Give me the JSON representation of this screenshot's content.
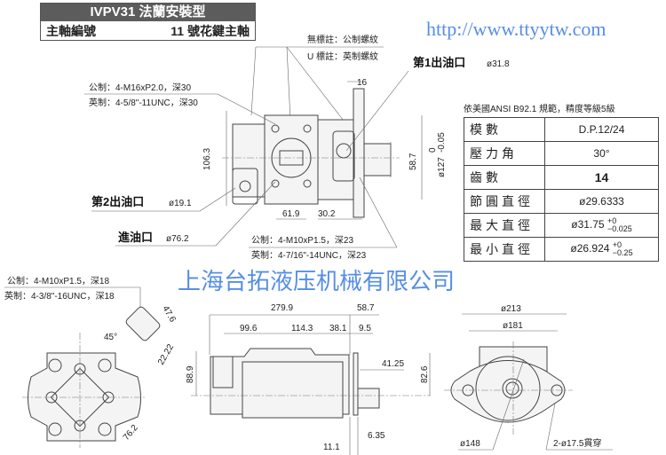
{
  "title": {
    "model": "IVPV31 法蘭安裝型",
    "shaft_label": "主軸編號",
    "shaft_value": "11 號花鍵主軸"
  },
  "notes": {
    "no_mark": "無標註：公制螺紋",
    "u_mark": "U 標註：英制螺紋"
  },
  "ports": {
    "outlet1_label": "第1出油口",
    "outlet1_dia": "ø31.8",
    "outlet2_label": "第2出油口",
    "outlet2_dia": "ø19.1",
    "inlet_label": "進油口",
    "inlet_dia": "ø76.2"
  },
  "threads": {
    "top_metric": "公制：4-M16xP2.0，深30",
    "top_imperial": "英制：4-5/8\"-11UNC，深30",
    "mid_metric": "公制：4-M10xP1.5，深23",
    "mid_imperial": "英制：4-7/16\"-14UNC，深23",
    "left_metric": "公制：4-M10xP1.5，深18",
    "left_imperial": "英制：4-3/8\"-16UNC，深18"
  },
  "dimensions": {
    "top_view": [
      "16",
      "106.3",
      "58.7",
      "ø127",
      "0",
      "-0.05",
      "61.9",
      "30.2"
    ],
    "front_view": [
      "45°",
      "47.6",
      "22.22",
      "76.2"
    ],
    "side_view": [
      "279.9",
      "58.7",
      "99.6",
      "114.3",
      "38.1",
      "9.5",
      "88.9",
      "41.25",
      "82.6",
      "6.35",
      "11.1"
    ],
    "end_view": [
      "ø213",
      "ø181",
      "ø148",
      "2-ø17.5貫穿"
    ]
  },
  "spline_table": {
    "caption": "依美國ANSI  B92.1 規範，精度等級5級",
    "rows": [
      {
        "key": "模數",
        "value": "D.P.12/24"
      },
      {
        "key": "壓力角",
        "value": "30°"
      },
      {
        "key": "齒數",
        "value": "14"
      },
      {
        "key": "節圓直徑",
        "value": "ø29.6333"
      },
      {
        "key": "最大直徑",
        "value": "ø31.75",
        "tol_upper": "+0",
        "tol_lower": "−0.025"
      },
      {
        "key": "最小直徑",
        "value": "ø26.924",
        "tol_upper": "+0",
        "tol_lower": "−0.25"
      }
    ]
  },
  "watermark": {
    "company": "上海台拓液压机械有限公司",
    "url": "http://www.ttyytw.com"
  }
}
